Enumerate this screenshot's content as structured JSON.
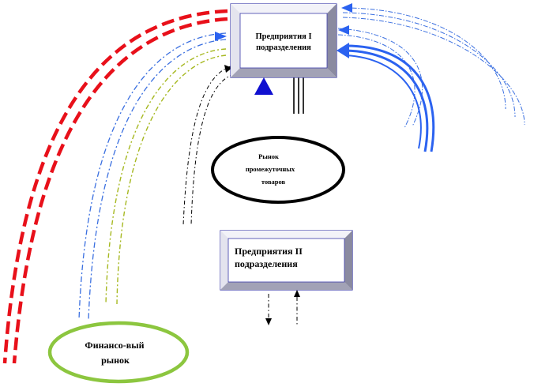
{
  "nodes": {
    "enterprise_1": {
      "line1": "Предприятия I",
      "line2": "подразделения"
    },
    "intermediate_market": {
      "line1": "Рынок",
      "line2": "промежуточных",
      "line3": "товаров"
    },
    "enterprise_2": {
      "line1": "Предприятия II",
      "line2": "подразделения"
    },
    "financial_market": {
      "line1": "Финансо-вый",
      "line2": "рынок"
    }
  },
  "colors": {
    "red_flow": "#e8101a",
    "blue_flow": "#2b62f0",
    "blue_thin": "#3a6fe0",
    "olive_flow": "#a6b820",
    "black_flow": "#000000",
    "box_bevel_light": "#ececf4",
    "box_bevel_dark": "#8a8aa0",
    "box_border": "#3c3caa",
    "triangle": "#1010d0",
    "financial_ellipse": "#8cc63f"
  }
}
